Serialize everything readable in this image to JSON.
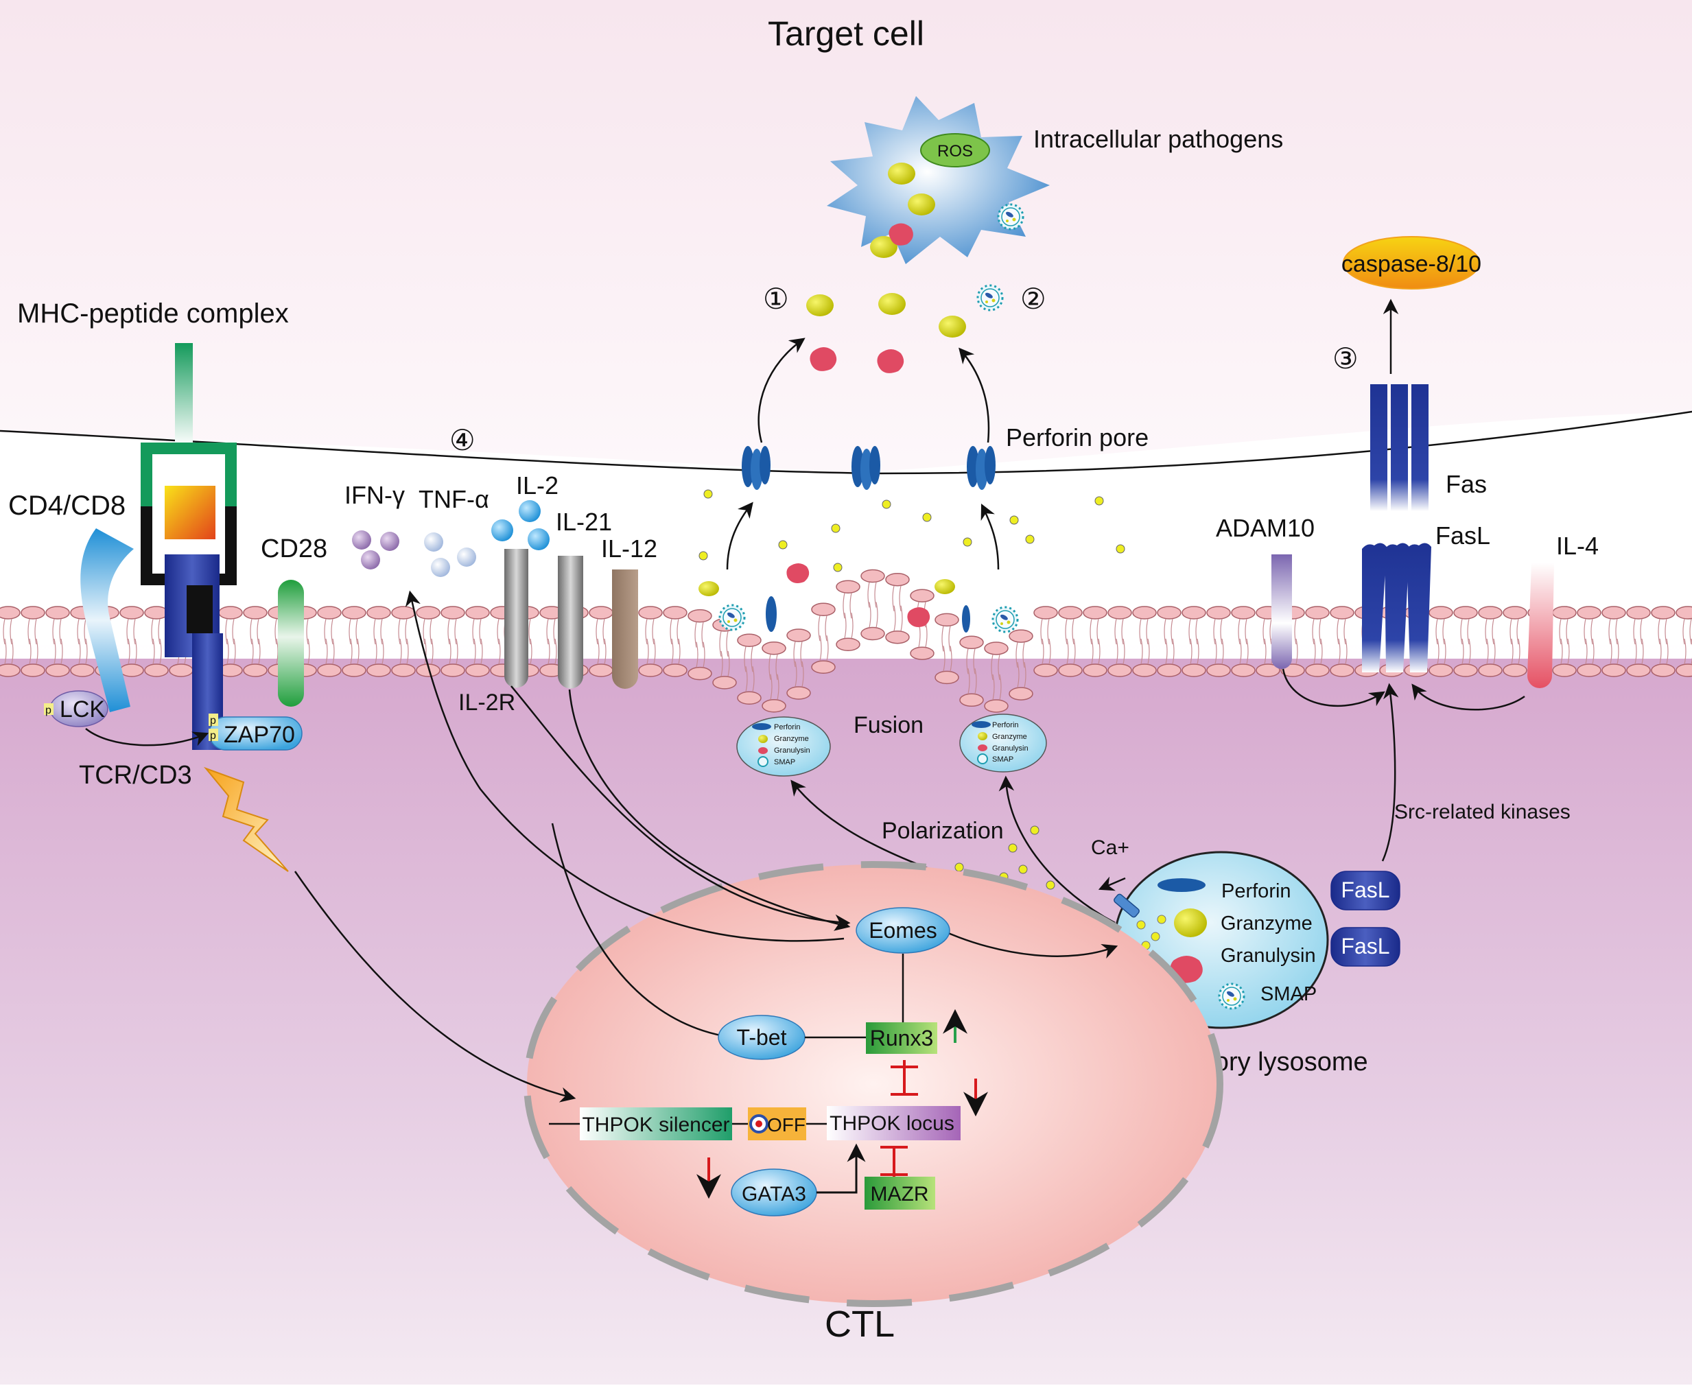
{
  "title_top": "Target cell",
  "title_bottom": "CTL",
  "labels": {
    "intracellular_pathogens": "Intracellular pathogens",
    "ros": "ROS",
    "caspase": "caspase-8/10",
    "mhc": "MHC-peptide complex",
    "cd4cd8": "CD4/CD8",
    "cd28": "CD28",
    "lck": "LCK",
    "zap70": "ZAP70",
    "p": "p",
    "tcr": "TCR/CD3",
    "ifn": "IFN-γ",
    "tnf": "TNF-α",
    "il2": "IL-2",
    "il21": "IL-21",
    "il12": "IL-12",
    "il2r": "IL-2R",
    "perforin_pore": "Perforin pore",
    "fusion": "Fusion",
    "polarization": "Polarization",
    "ca": "Ca+",
    "fas": "Fas",
    "fasl": "FasL",
    "adam10": "ADAM10",
    "il4": "IL-4",
    "src": "Src-related kinases",
    "secretory_lysosome": "secretory lysosome",
    "perforin": "Perforin",
    "granzyme": "Granzyme",
    "granulysin": "Granulysin",
    "smap": "SMAP",
    "eomes": "Eomes",
    "tbet": "T-bet",
    "runx3": "Runx3",
    "thpok_silencer": "THPOK silencer",
    "off": "OFF",
    "thpok_locus": "THPOK locus",
    "gata3": "GATA3",
    "mazr": "MAZR"
  },
  "numbers": {
    "n1": "①",
    "n2": "②",
    "n3": "③",
    "n4": "④"
  },
  "colors": {
    "membrane_pink": "#f3c0c2",
    "cytoplasm": "#d9b1d2",
    "nucleus": "#f6b9b4",
    "pore_blue": "#1d5ea8",
    "fas_blue": "#1e2f8f",
    "granzyme_yellow": "#e3e21b",
    "granulysin_red": "#e04a63",
    "green_arrow": "#27a04a",
    "red_arrow": "#d7191c"
  }
}
